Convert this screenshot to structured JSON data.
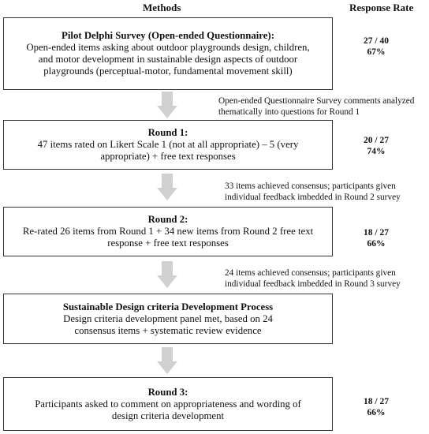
{
  "headers": {
    "methods": "Methods",
    "rate": "Response Rate"
  },
  "colors": {
    "arrow": "#d0d0d0",
    "border": "#333333"
  },
  "stages": [
    {
      "title": "Pilot Delphi Survey (Open-ended Questionnaire):",
      "lines": [
        "Open-ended items asking about outdoor playgrounds design, children,",
        "and motor development in sustainable design aspects of outdoor",
        "playgrounds (perceptual-motor, fundamental movement skill)"
      ],
      "rate_count": "27 / 40",
      "rate_pct": "67%"
    },
    {
      "title": "Round 1:",
      "lines": [
        "47 items rated on Likert Scale 1 (not at all appropriate) – 5 (very",
        "appropriate) + free text responses"
      ],
      "rate_count": "20 / 27",
      "rate_pct": "74%"
    },
    {
      "title": "Round 2:",
      "lines": [
        "Re-rated 26 items from Round 1 + 34 new items from Round 2 free text",
        "response + free text responses"
      ],
      "rate_count": "18 / 27",
      "rate_pct": "66%"
    },
    {
      "title": "Sustainable Design criteria Development Process",
      "lines": [
        "Design criteria development panel met, based on 24",
        "consensus items + systematic review evidence"
      ],
      "rate_count": "",
      "rate_pct": ""
    },
    {
      "title": "Round 3:",
      "lines": [
        "Participants asked to comment on appropriateness and wording of",
        "design criteria development"
      ],
      "rate_count": "18 / 27",
      "rate_pct": "66%"
    }
  ],
  "notes": [
    {
      "lines": [
        "Open-ended Questionnaire Survey comments analyzed",
        "thematically into questions for Round 1"
      ]
    },
    {
      "lines": [
        "33 items achieved consensus; participants given",
        "individual feedback imbedded in Round 2 survey"
      ]
    },
    {
      "lines": [
        "24 items achieved consensus; participants given",
        "individual feedback imbedded in Round 3 survey"
      ]
    },
    {
      "lines": []
    }
  ]
}
